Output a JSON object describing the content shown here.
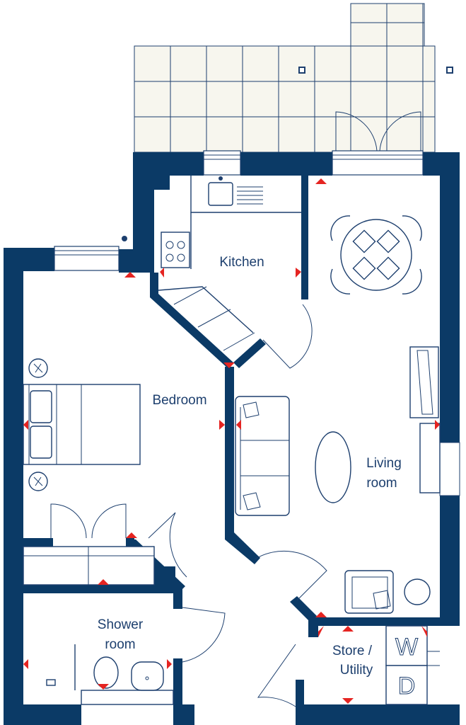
{
  "colors": {
    "wall": "#0b3a66",
    "line": "#1d3f6e",
    "terrace": "#f7f6ee",
    "floor": "#ffffff",
    "marker": "#e52421"
  },
  "rooms": {
    "kitchen": "Kitchen",
    "bedroom": "Bedroom",
    "living_line1": "Living",
    "living_line2": "room",
    "shower_line1": "Shower",
    "shower_line2": "room",
    "store_line1": "Store /",
    "store_line2": "Utility"
  },
  "appliances": {
    "washer_letter": "W",
    "dryer_letter": "D"
  }
}
